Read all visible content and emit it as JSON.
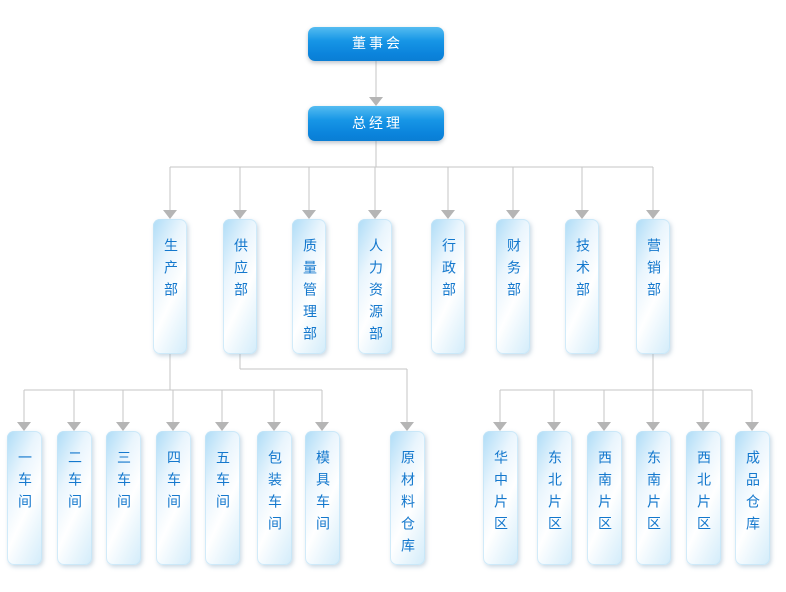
{
  "org_chart": {
    "board": {
      "label": "董事会"
    },
    "general_manager": {
      "label": "总经理"
    },
    "departments": [
      {
        "label": "生产部"
      },
      {
        "label": "供应部"
      },
      {
        "label": "质量管理部"
      },
      {
        "label": "人力资源部"
      },
      {
        "label": "行政部"
      },
      {
        "label": "财务部"
      },
      {
        "label": "技术部"
      },
      {
        "label": "营销部"
      }
    ],
    "production_units": [
      {
        "label": "一车间"
      },
      {
        "label": "二车间"
      },
      {
        "label": "三车间"
      },
      {
        "label": "四车间"
      },
      {
        "label": "五车间"
      },
      {
        "label": "包装车间"
      },
      {
        "label": "模具车间"
      }
    ],
    "supply_units": [
      {
        "label": "原材料仓库"
      }
    ],
    "marketing_units": [
      {
        "label": "华中片区"
      },
      {
        "label": "东北片区"
      },
      {
        "label": "西南片区"
      },
      {
        "label": "东南片区"
      },
      {
        "label": "西北片区"
      },
      {
        "label": "成品仓库"
      }
    ]
  },
  "colors": {
    "executive_box_blue": "#0b84dc",
    "executive_box_blue_light": "#55bcf1",
    "unit_box_edge_blue": "#aedcf7",
    "unit_label_blue": "#1478cd",
    "executive_label_white": "#ffffff",
    "connector_line_gray": "#c6c6c6",
    "connector_arrow_gray": "#b5b5b5",
    "background": "#ffffff"
  }
}
